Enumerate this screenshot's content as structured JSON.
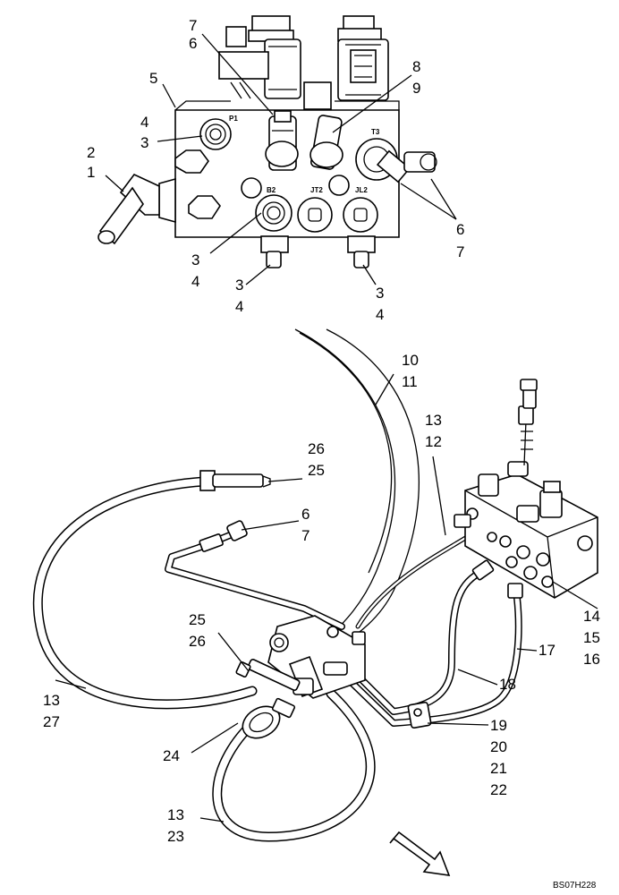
{
  "figure_code": "BS07H228",
  "port_labels": {
    "p1": "P1",
    "t3": "T3",
    "b2": "B2",
    "jt2": "JT2",
    "jl2": "JL2"
  },
  "callouts": {
    "c7_top": "7",
    "c6_top": "6",
    "c8": "8",
    "c9": "9",
    "c5": "5",
    "c4_a": "4",
    "c3_a": "3",
    "c2": "2",
    "c1": "1",
    "c6_r": "6",
    "c7_r": "7",
    "c3_b": "3",
    "c4_b": "4",
    "c3_c": "3",
    "c4_c": "4",
    "c3_d": "3",
    "c4_d": "4",
    "c10": "10",
    "c11": "11",
    "c13_a": "13",
    "c12": "12",
    "c26_a": "26",
    "c25_a": "25",
    "c6_m": "6",
    "c7_m": "7",
    "c14": "14",
    "c15": "15",
    "c16": "16",
    "c17": "17",
    "c18": "18",
    "c25_b": "25",
    "c26_b": "26",
    "c13_b": "13",
    "c27": "27",
    "c19": "19",
    "c20": "20",
    "c21": "21",
    "c22": "22",
    "c24": "24",
    "c13_c": "13",
    "c23": "23"
  }
}
